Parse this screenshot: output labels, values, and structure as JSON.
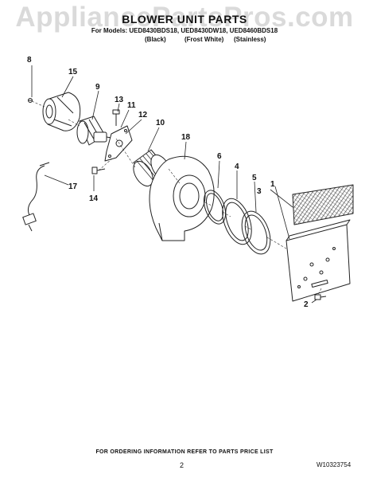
{
  "watermark": "AppliancePartsPros.com",
  "header": {
    "title": "BLOWER UNIT PARTS",
    "models_line": "For Models: UED8430BDS18, UED8430DW18, UED8460BDS18",
    "colors": [
      "(Black)",
      "(Frost White)",
      "(Stainless)"
    ]
  },
  "callouts": [
    "8",
    "15",
    "9",
    "13",
    "11",
    "12",
    "10",
    "18",
    "6",
    "4",
    "5",
    "3",
    "1",
    "17",
    "14",
    "2"
  ],
  "footer": {
    "ordering_note": "FOR ORDERING INFORMATION REFER TO PARTS PRICE LIST",
    "page_number": "2",
    "document_number": "W10323754"
  }
}
